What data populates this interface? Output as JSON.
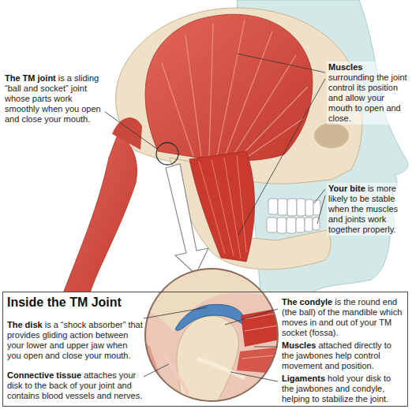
{
  "diagram": {
    "nodes": [
      {
        "text": [
          "Inside the TM Joint",
          "The disk is a “shock absorber” that provides gliding action between your lower and upper jaw when you open and close your mouth.",
          "Connective tissue attaches your disk to the back of your joint and contains blood vessels and nerves.",
          "The condyle is the round end (the ball) of the mandible which moves in and out of your TM socket (fossa).",
          "Muscles attached directly to the jawbones help control movement and position.",
          "Ligaments hold your disk to the jawbones and condyle, helping to stabilize the joint."
        ]
      }
    ],
    "labels": [
      "The TM joint is a sliding “ball and socket” joint whose parts work smoothly when you open and close your mouth.",
      "Muscles surrounding the joint control its position and allow your mouth to open and close.",
      "Your bite is more likely to be stable when the muscles and joints work together properly."
    ]
  }
}
